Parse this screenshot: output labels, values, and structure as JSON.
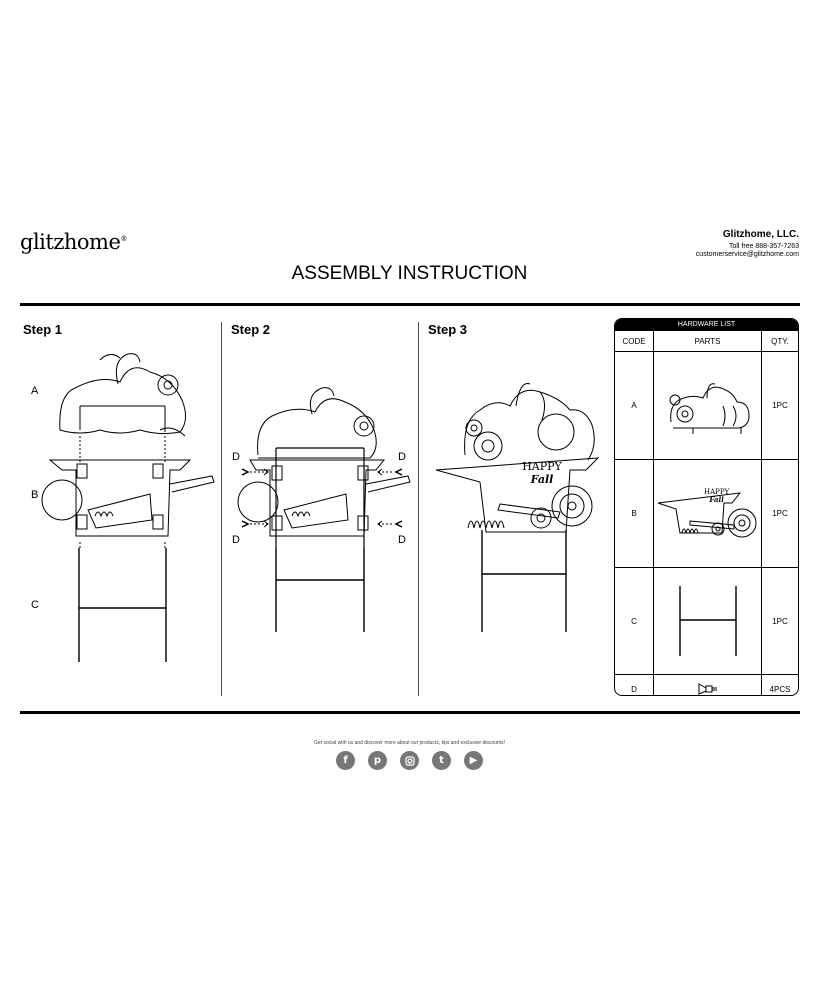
{
  "brand": {
    "logo_text": "glitzhome",
    "registered": "®"
  },
  "company": {
    "name": "Glitzhome, LLC.",
    "toll_free": "Toll free 888-357-7263",
    "email": "customerservice@glitzhome.com"
  },
  "title": "ASSEMBLY INSTRUCTION",
  "steps": [
    {
      "label": "Step 1",
      "part_labels": [
        "A",
        "B",
        "C"
      ]
    },
    {
      "label": "Step 2",
      "part_labels": [
        "D",
        "D",
        "D",
        "D"
      ]
    },
    {
      "label": "Step 3",
      "sign_text": [
        "HAPPY",
        "Fall"
      ]
    }
  ],
  "hardware_list": {
    "heading": "HARDWARE LIST",
    "columns": [
      "CODE",
      "PARTS",
      "QTY."
    ],
    "rows": [
      {
        "code": "A",
        "qty": "1PC"
      },
      {
        "code": "B",
        "qty": "1PC",
        "sign_text": [
          "HAPPY",
          "Fall"
        ]
      },
      {
        "code": "C",
        "qty": "1PC"
      },
      {
        "code": "D",
        "qty": "4PCS"
      }
    ]
  },
  "footer": {
    "social_text": "Get social with us and discover more about our products, tips and exclusive discounts!",
    "icons": [
      "facebook-icon",
      "pinterest-icon",
      "instagram-icon",
      "twitter-icon",
      "youtube-icon"
    ]
  }
}
